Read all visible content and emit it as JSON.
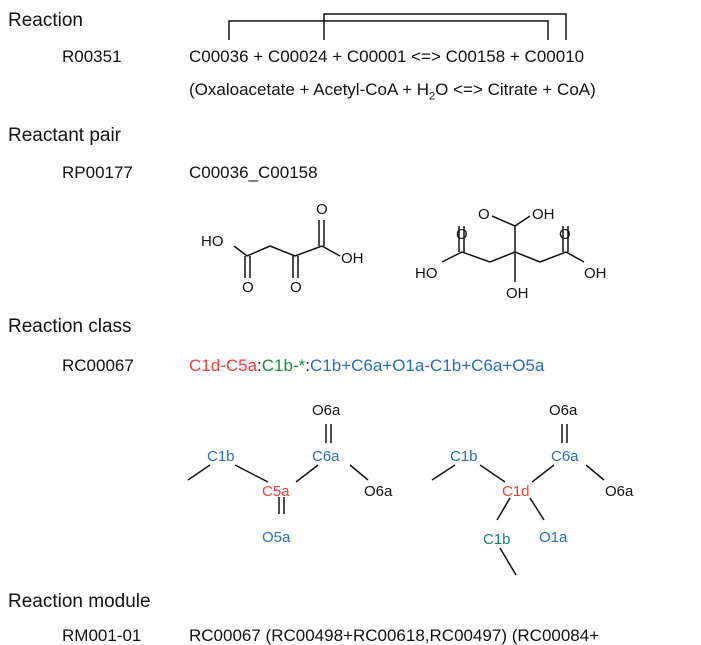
{
  "sections": {
    "reaction": "Reaction",
    "reactant_pair": "Reactant pair",
    "reaction_class": "Reaction class",
    "reaction_module": "Reaction module"
  },
  "reaction": {
    "id": "R00351",
    "equation": "C00036 + C00024 + C00001  <=> C00158  + C00010",
    "names_prefix": "(Oxaloacetate + Acetyl-CoA + H",
    "names_sub": "2",
    "names_suffix": "O <=> Citrate + CoA)"
  },
  "reactant_pair": {
    "id": "RP00177",
    "pair": "C00036_C00158",
    "oxaloacetate_labels": {
      "o_top": "O",
      "ho": "HO",
      "oh": "OH",
      "o_bottom_left": "O",
      "o_bottom_mid": "O"
    },
    "citrate_labels": {
      "o_top": "O",
      "oh_top": "OH",
      "o_left": "O",
      "ho": "HO",
      "o_right": "O",
      "oh_right": "OH",
      "oh_bottom": "OH"
    }
  },
  "reaction_class": {
    "id": "RC00067",
    "segments": [
      {
        "text": "C1d-C5a",
        "color": "#e8403a"
      },
      {
        "text": ":",
        "color": "#111111"
      },
      {
        "text": "C1b-*",
        "color": "#1a8a3c"
      },
      {
        "text": ":",
        "color": "#111111"
      },
      {
        "text": "C1b+C6a+O1a",
        "color": "#2a6cc0"
      },
      {
        "text": "-",
        "color": "#e8403a"
      },
      {
        "text": "C1b+C6a+O5a",
        "color": "#2a6cc0"
      }
    ],
    "left_graph": {
      "o6a_top": "O6a",
      "c1b": "C1b",
      "c6a": "C6a",
      "c5a": "C5a",
      "o6a_right": "O6a",
      "o5a": "O5a"
    },
    "right_graph": {
      "o6a_top": "O6a",
      "c1b_left": "C1b",
      "c6a": "C6a",
      "c1d": "C1d",
      "o6a_right": "O6a",
      "c1b_bottom": "C1b",
      "o1a": "O1a"
    },
    "colors": {
      "red": "#e8403a",
      "blue": "#2a6cc0",
      "teal": "#1a7a7a"
    }
  },
  "reaction_module": {
    "id": "RM001-01",
    "text": "RC00067 (RC00498+RC00618,RC00497) (RC00084+"
  }
}
